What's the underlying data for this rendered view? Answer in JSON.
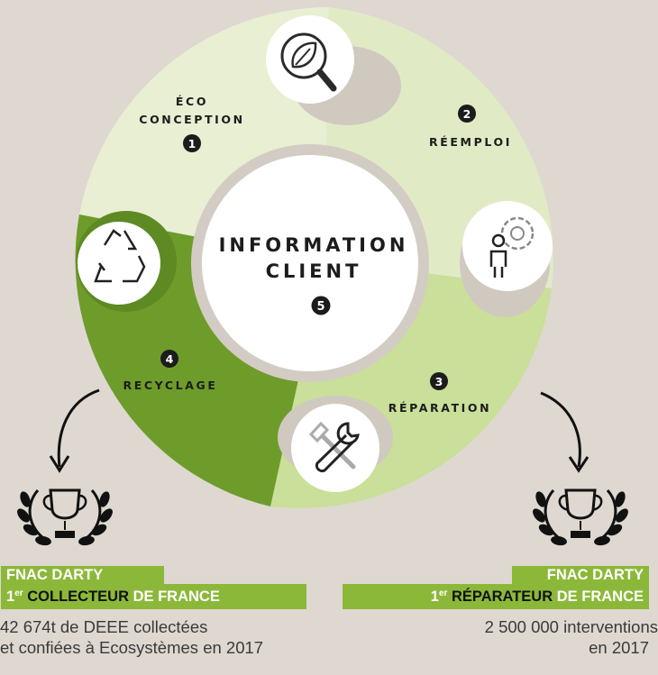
{
  "center": {
    "line1": "INFORMATION",
    "line2": "CLIENT",
    "number": "5"
  },
  "steps": [
    {
      "number": "1",
      "label_lines": [
        "ÉCO",
        "CONCEPTION"
      ],
      "icon": "leaf-magnifier-icon"
    },
    {
      "number": "2",
      "label_lines": [
        "RÉEMPLOI"
      ],
      "icon": "person-gear-icon"
    },
    {
      "number": "3",
      "label_lines": [
        "RÉPARATION"
      ],
      "icon": "hammer-wrench-icon"
    },
    {
      "number": "4",
      "label_lines": [
        "RECYCLAGE"
      ],
      "icon": "recycle-icon"
    }
  ],
  "left_award": {
    "line1": "FNAC DARTY",
    "rank": "1",
    "rank_suffix": "er",
    "role": "COLLECTEUR",
    "country": "DE FRANCE",
    "desc_line1": "42 674t de DEEE collectées",
    "desc_line2": "et confiées à Ecosystèmes en 2017",
    "icon": "trophy-laurel-icon"
  },
  "right_award": {
    "line1": "FNAC DARTY",
    "rank": "1",
    "rank_suffix": "er",
    "role": "RÉPARATEUR",
    "country": "DE FRANCE",
    "desc_line1": "2 500 000 interventions",
    "desc_line2": "en 2017",
    "icon": "trophy-laurel-icon"
  },
  "colors": {
    "background": "#ded8d1",
    "ring_light": "#e8efd3",
    "ring_mid": "#c9df9a",
    "ring_dark": "#6e9c2a",
    "accent_green": "#8cb83a",
    "text_dark": "#1c1c1c"
  }
}
